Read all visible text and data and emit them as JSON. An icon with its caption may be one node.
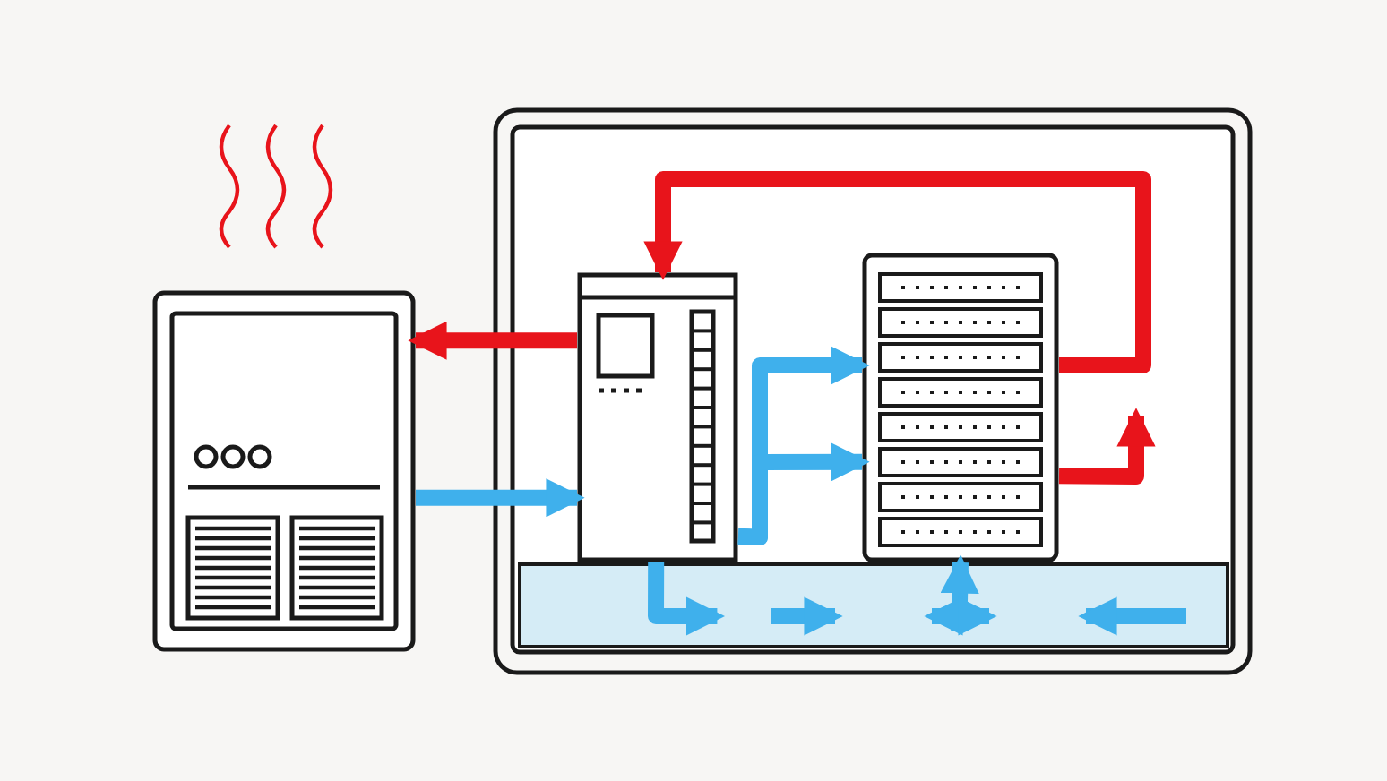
{
  "diagram": {
    "nodes": [
      {
        "text": [],
        "shape": "picture"
      },
      {
        "text": [],
        "shape": "box"
      },
      {
        "text": [],
        "shape": "picture",
        "in": 1
      },
      {
        "text": [],
        "shape": "picture",
        "in": 1
      },
      {
        "text": [],
        "shape": "bar",
        "in": 1
      }
    ],
    "edges": [
      {
        "from": 2,
        "to": 0,
        "arrow": "to",
        "color": "#e8141b"
      },
      {
        "from": 0,
        "to": 2,
        "arrow": "to",
        "color": "#3fb0ec"
      },
      {
        "from": 2,
        "to": 3,
        "arrow": "to",
        "color": "#3fb0ec"
      },
      {
        "from": 2,
        "to": 3,
        "arrow": "to",
        "color": "#3fb0ec"
      },
      {
        "from": 2,
        "to": 4,
        "arrow": "to",
        "color": "#3fb0ec"
      },
      {
        "from": 4,
        "to": 3,
        "arrow": "to",
        "color": "#3fb0ec"
      },
      {
        "from": 3,
        "to": 2,
        "arrow": "to",
        "color": "#e8141b"
      },
      {
        "from": 3,
        "to": null,
        "arrow": "to",
        "color": "#e8141b"
      }
    ]
  }
}
